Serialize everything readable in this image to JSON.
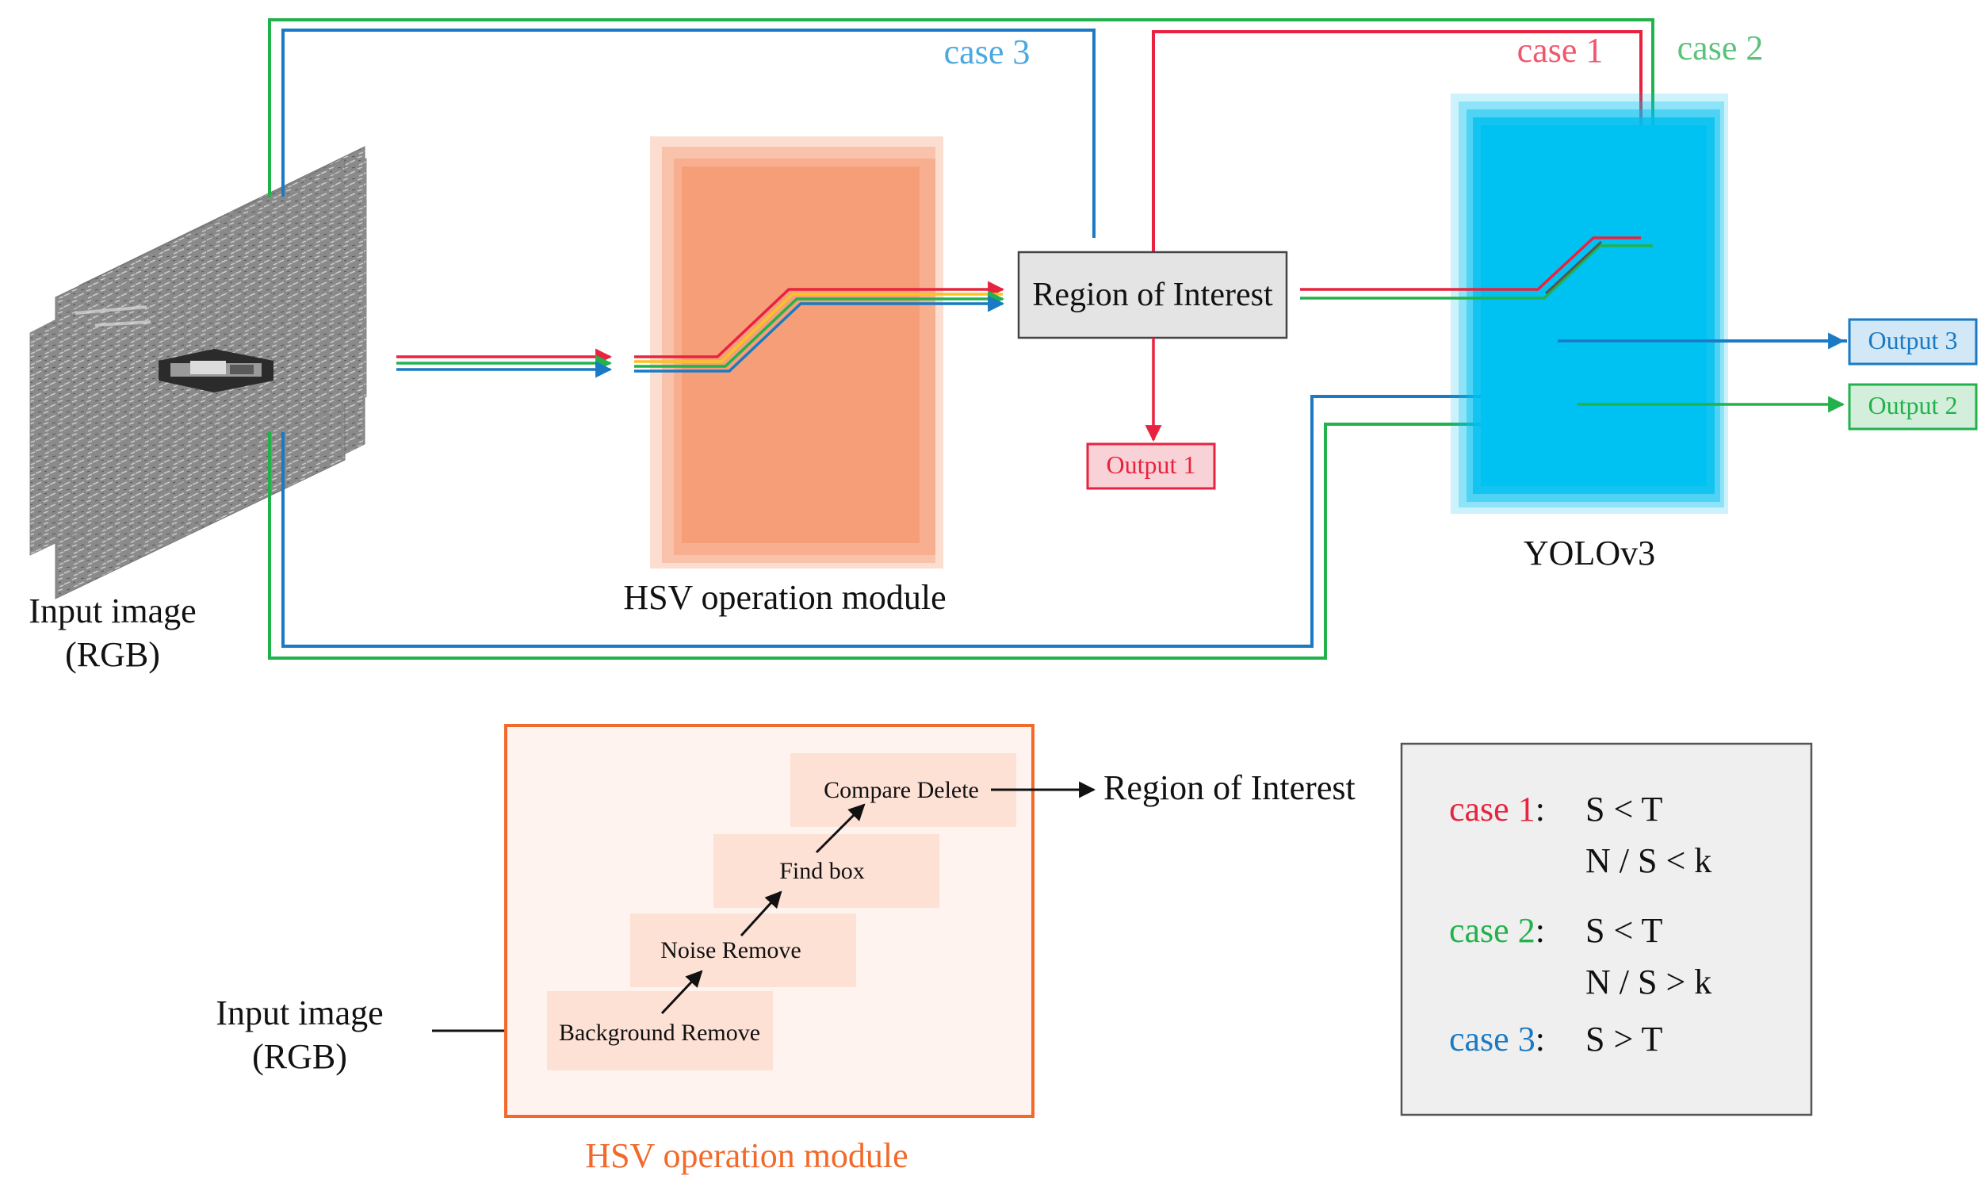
{
  "top": {
    "input_label_line1": "Input image",
    "input_label_line2": "(RGB)",
    "hsv_label": "HSV operation module",
    "roi_label": "Region of Interest",
    "yolo_label": "YOLOv3",
    "output1": "Output 1",
    "output2": "Output 2",
    "output3": "Output 3",
    "case1_label": "case 1",
    "case2_label": "case 2",
    "case3_label": "case 3"
  },
  "bottom": {
    "input_label_line1": "Input image",
    "input_label_line2": "(RGB)",
    "steps": {
      "background_remove": "Background Remove",
      "noise_remove": "Noise Remove",
      "find_box": "Find box",
      "compare_delete": "Compare Delete"
    },
    "roi_label": "Region of Interest",
    "module_caption": "HSV operation module"
  },
  "legend": {
    "case1": {
      "name": "case 1",
      "sep": ":",
      "cond1": "S < T",
      "cond2": "N / S < k"
    },
    "case2": {
      "name": "case 2",
      "sep": ":",
      "cond1": "S < T",
      "cond2": "N / S > k"
    },
    "case3": {
      "name": "case 3",
      "sep": ":",
      "cond1": "S > T"
    }
  },
  "colors": {
    "case1": "#e8233f",
    "case2": "#22b24c",
    "case3": "#1a7ac4",
    "case3_label": "#4aa8e0",
    "case2_label": "#5cc27a",
    "hsv_fill": "#f7a07a",
    "yolo_fill": "#00bff0",
    "orange": "#f26a2b"
  }
}
